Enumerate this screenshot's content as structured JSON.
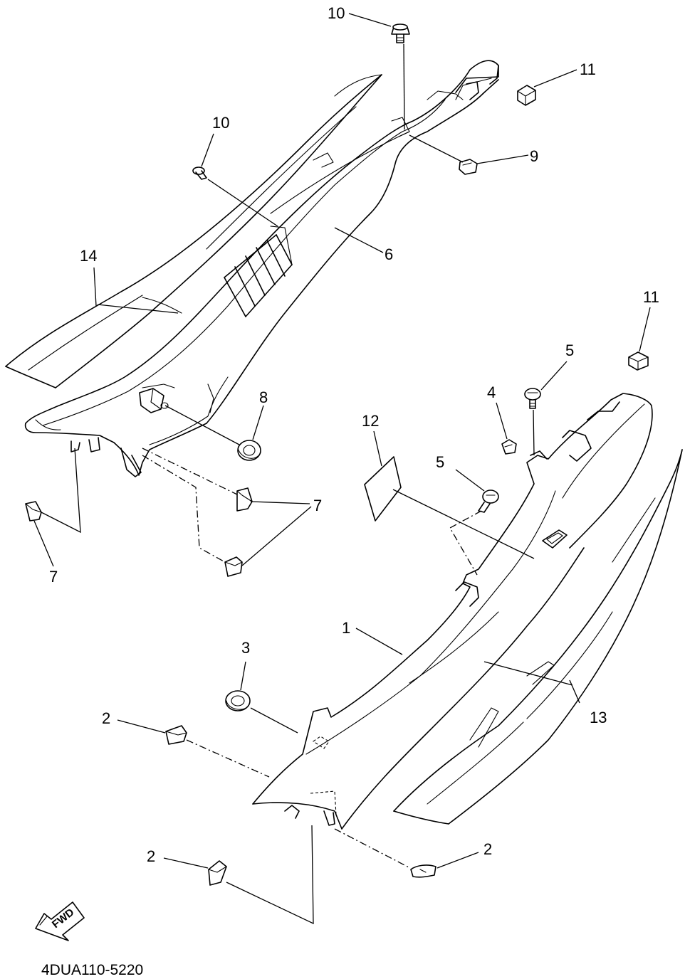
{
  "callouts": {
    "c10_top": "10",
    "c11_top": "11",
    "c10_left": "10",
    "c9": "9",
    "c14": "14",
    "c6": "6",
    "c11_mid": "11",
    "c5_top": "5",
    "c4": "4",
    "c8": "8",
    "c12": "12",
    "c5_mid": "5",
    "c7_right": "7",
    "c7_left": "7",
    "c1": "1",
    "c3": "3",
    "c13": "13",
    "c2_left": "2",
    "c2_right": "2",
    "c2_bottom": "2"
  },
  "fwd_label": "FWD",
  "reference_code": "4DUA110-5220",
  "colors": {
    "line": "#000000",
    "background": "#ffffff"
  }
}
